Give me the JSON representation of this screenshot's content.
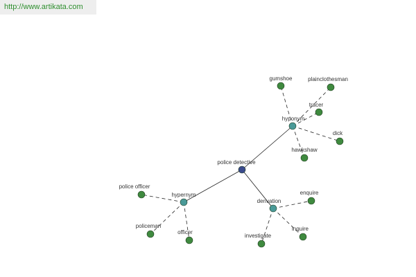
{
  "header": {
    "url_text": "http://www.artikata.com"
  },
  "colors": {
    "root_node": "#3a4a8c",
    "relation_node": "#4a9a98",
    "leaf_node": "#3f8a3f",
    "edge": "#222222",
    "url_text": "#2f8f2f"
  },
  "graph": {
    "root": {
      "label": "police detective"
    },
    "relations": [
      {
        "label": "hyponym",
        "children": [
          "gumshoe",
          "plainclothesman",
          "tracer",
          "dick",
          "hawkshaw"
        ]
      },
      {
        "label": "hypernym",
        "children": [
          "police officer",
          "policeman",
          "officer"
        ]
      },
      {
        "label": "derivation",
        "children": [
          "enquire",
          "inquire",
          "investigate"
        ]
      }
    ]
  }
}
